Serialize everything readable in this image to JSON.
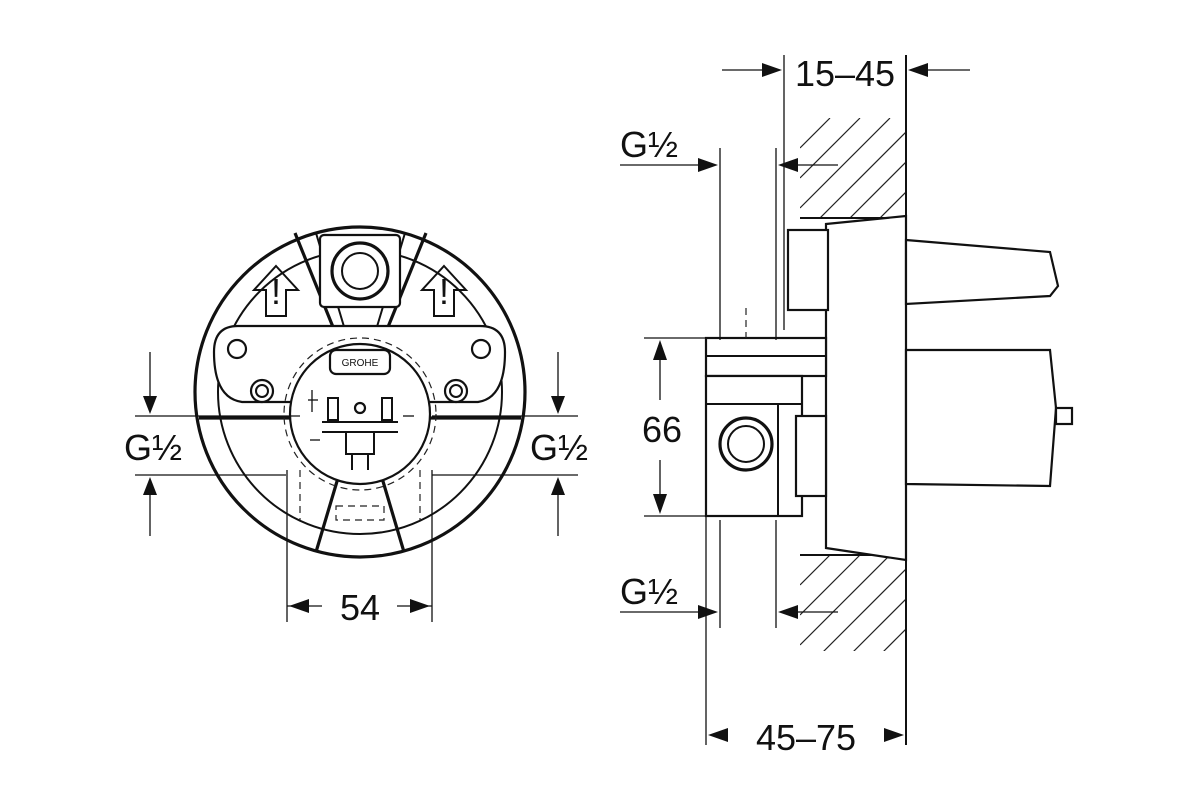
{
  "front_view": {
    "left_thread": "G½",
    "right_thread": "G½",
    "width_dimension": "54",
    "logo": "GROHE"
  },
  "side_view": {
    "wall_depth_range": "15–45",
    "top_thread": "G½",
    "height_dimension": "66",
    "bottom_thread": "G½",
    "total_depth_range": "45–75"
  },
  "colors": {
    "line": "#111111",
    "background": "#ffffff"
  }
}
